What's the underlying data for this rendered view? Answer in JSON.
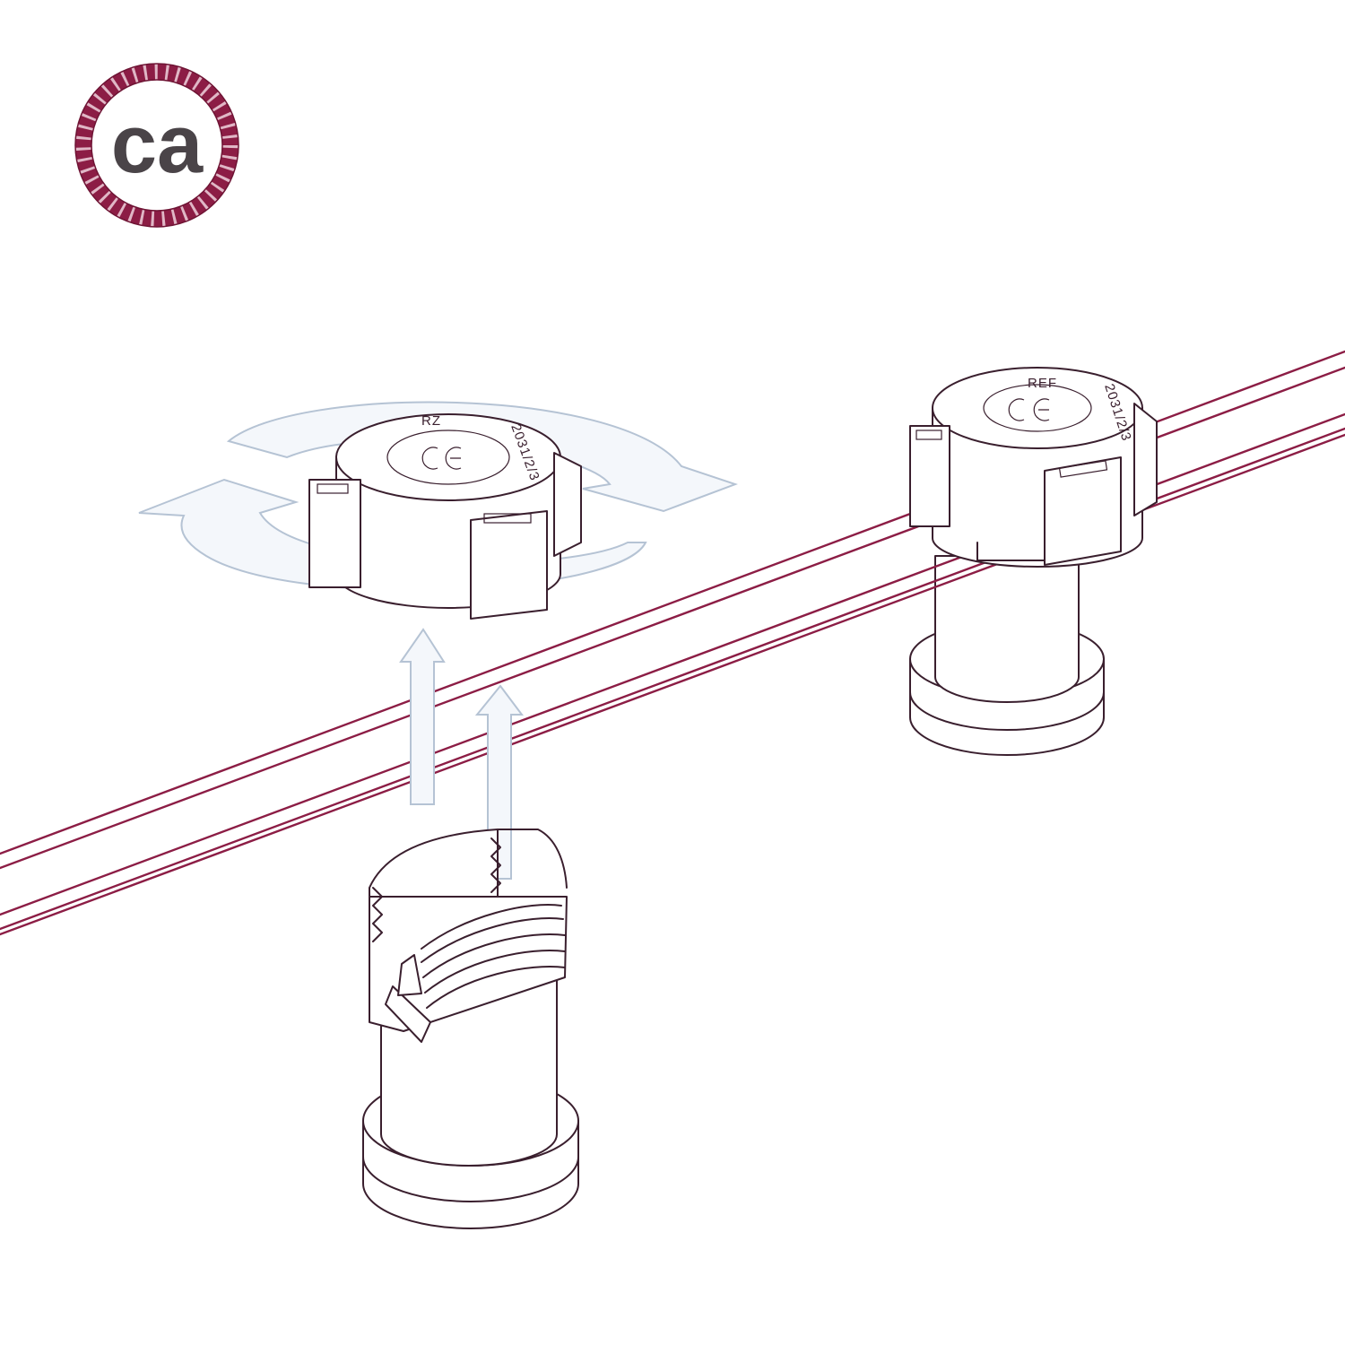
{
  "logo": {
    "text": "ca",
    "ring_color": "#8c1d45",
    "ring_stripe_color": "#e9c9d4",
    "text_color": "#4a4448"
  },
  "colors": {
    "cable": "#8c1d45",
    "line": "#3a1f2e",
    "arrow_fill": "#f4f7fb",
    "arrow_stroke": "#b5c3d4"
  },
  "left_socket": {
    "cap_marking_top": "RZ",
    "cap_marking_side": "2031/2/3"
  },
  "right_socket": {
    "cap_marking_top": "REF",
    "cap_marking_side": "2031/2/3"
  },
  "icons": {
    "rotate": "rotate-arrows-icon",
    "insert": "insert-arrow-icon",
    "ce": "ce-mark-icon"
  }
}
